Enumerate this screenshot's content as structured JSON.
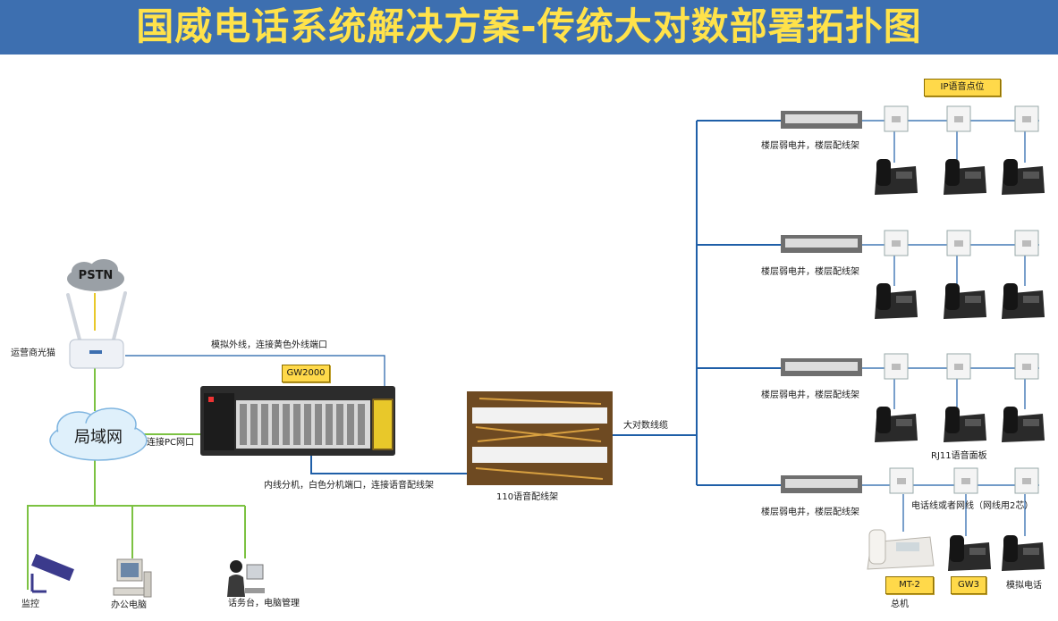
{
  "title": "国威电话系统解决方案-传统大对数部署拓扑图",
  "nodes": {
    "pstn": "PSTN",
    "lan": "局域网",
    "modem": "运营商光猫",
    "pbx_tag": "GW2000",
    "distribution_frame": "110语音配线架",
    "rj11_panel": "RJ11语音面板",
    "ip_voice_point": "IP语音点位"
  },
  "links": {
    "analog_trunk": "模拟外线，连接黄色外线端口",
    "pc_port": "连接PC网口",
    "extension": "内线分机，白色分机端口，连接语音配线架",
    "multi_pair_cable": "大对数线缆",
    "phone_cable": "电话线或者网线（网线用2芯）"
  },
  "floors": [
    {
      "label": "楼层弱电井，楼层配线架"
    },
    {
      "label": "楼层弱电井，楼层配线架"
    },
    {
      "label": "楼层弱电井，楼层配线架"
    },
    {
      "label": "楼层弱电井，楼层配线架"
    }
  ],
  "endpoints": {
    "monitor": "监控",
    "office_pc": "办公电脑",
    "operator": "话务台，电脑管理"
  },
  "phone_tags": {
    "mt2": "MT-2",
    "gw3": "GW3",
    "analog": "模拟电话",
    "main": "总机"
  },
  "colors": {
    "title_bg": "#3d6fb0",
    "title_text": "#ffe24a",
    "link_blue": "#1f5fa8",
    "link_green": "#7cc242",
    "link_yellow": "#e8c82a",
    "tag_yellow": "#ffd94a"
  }
}
